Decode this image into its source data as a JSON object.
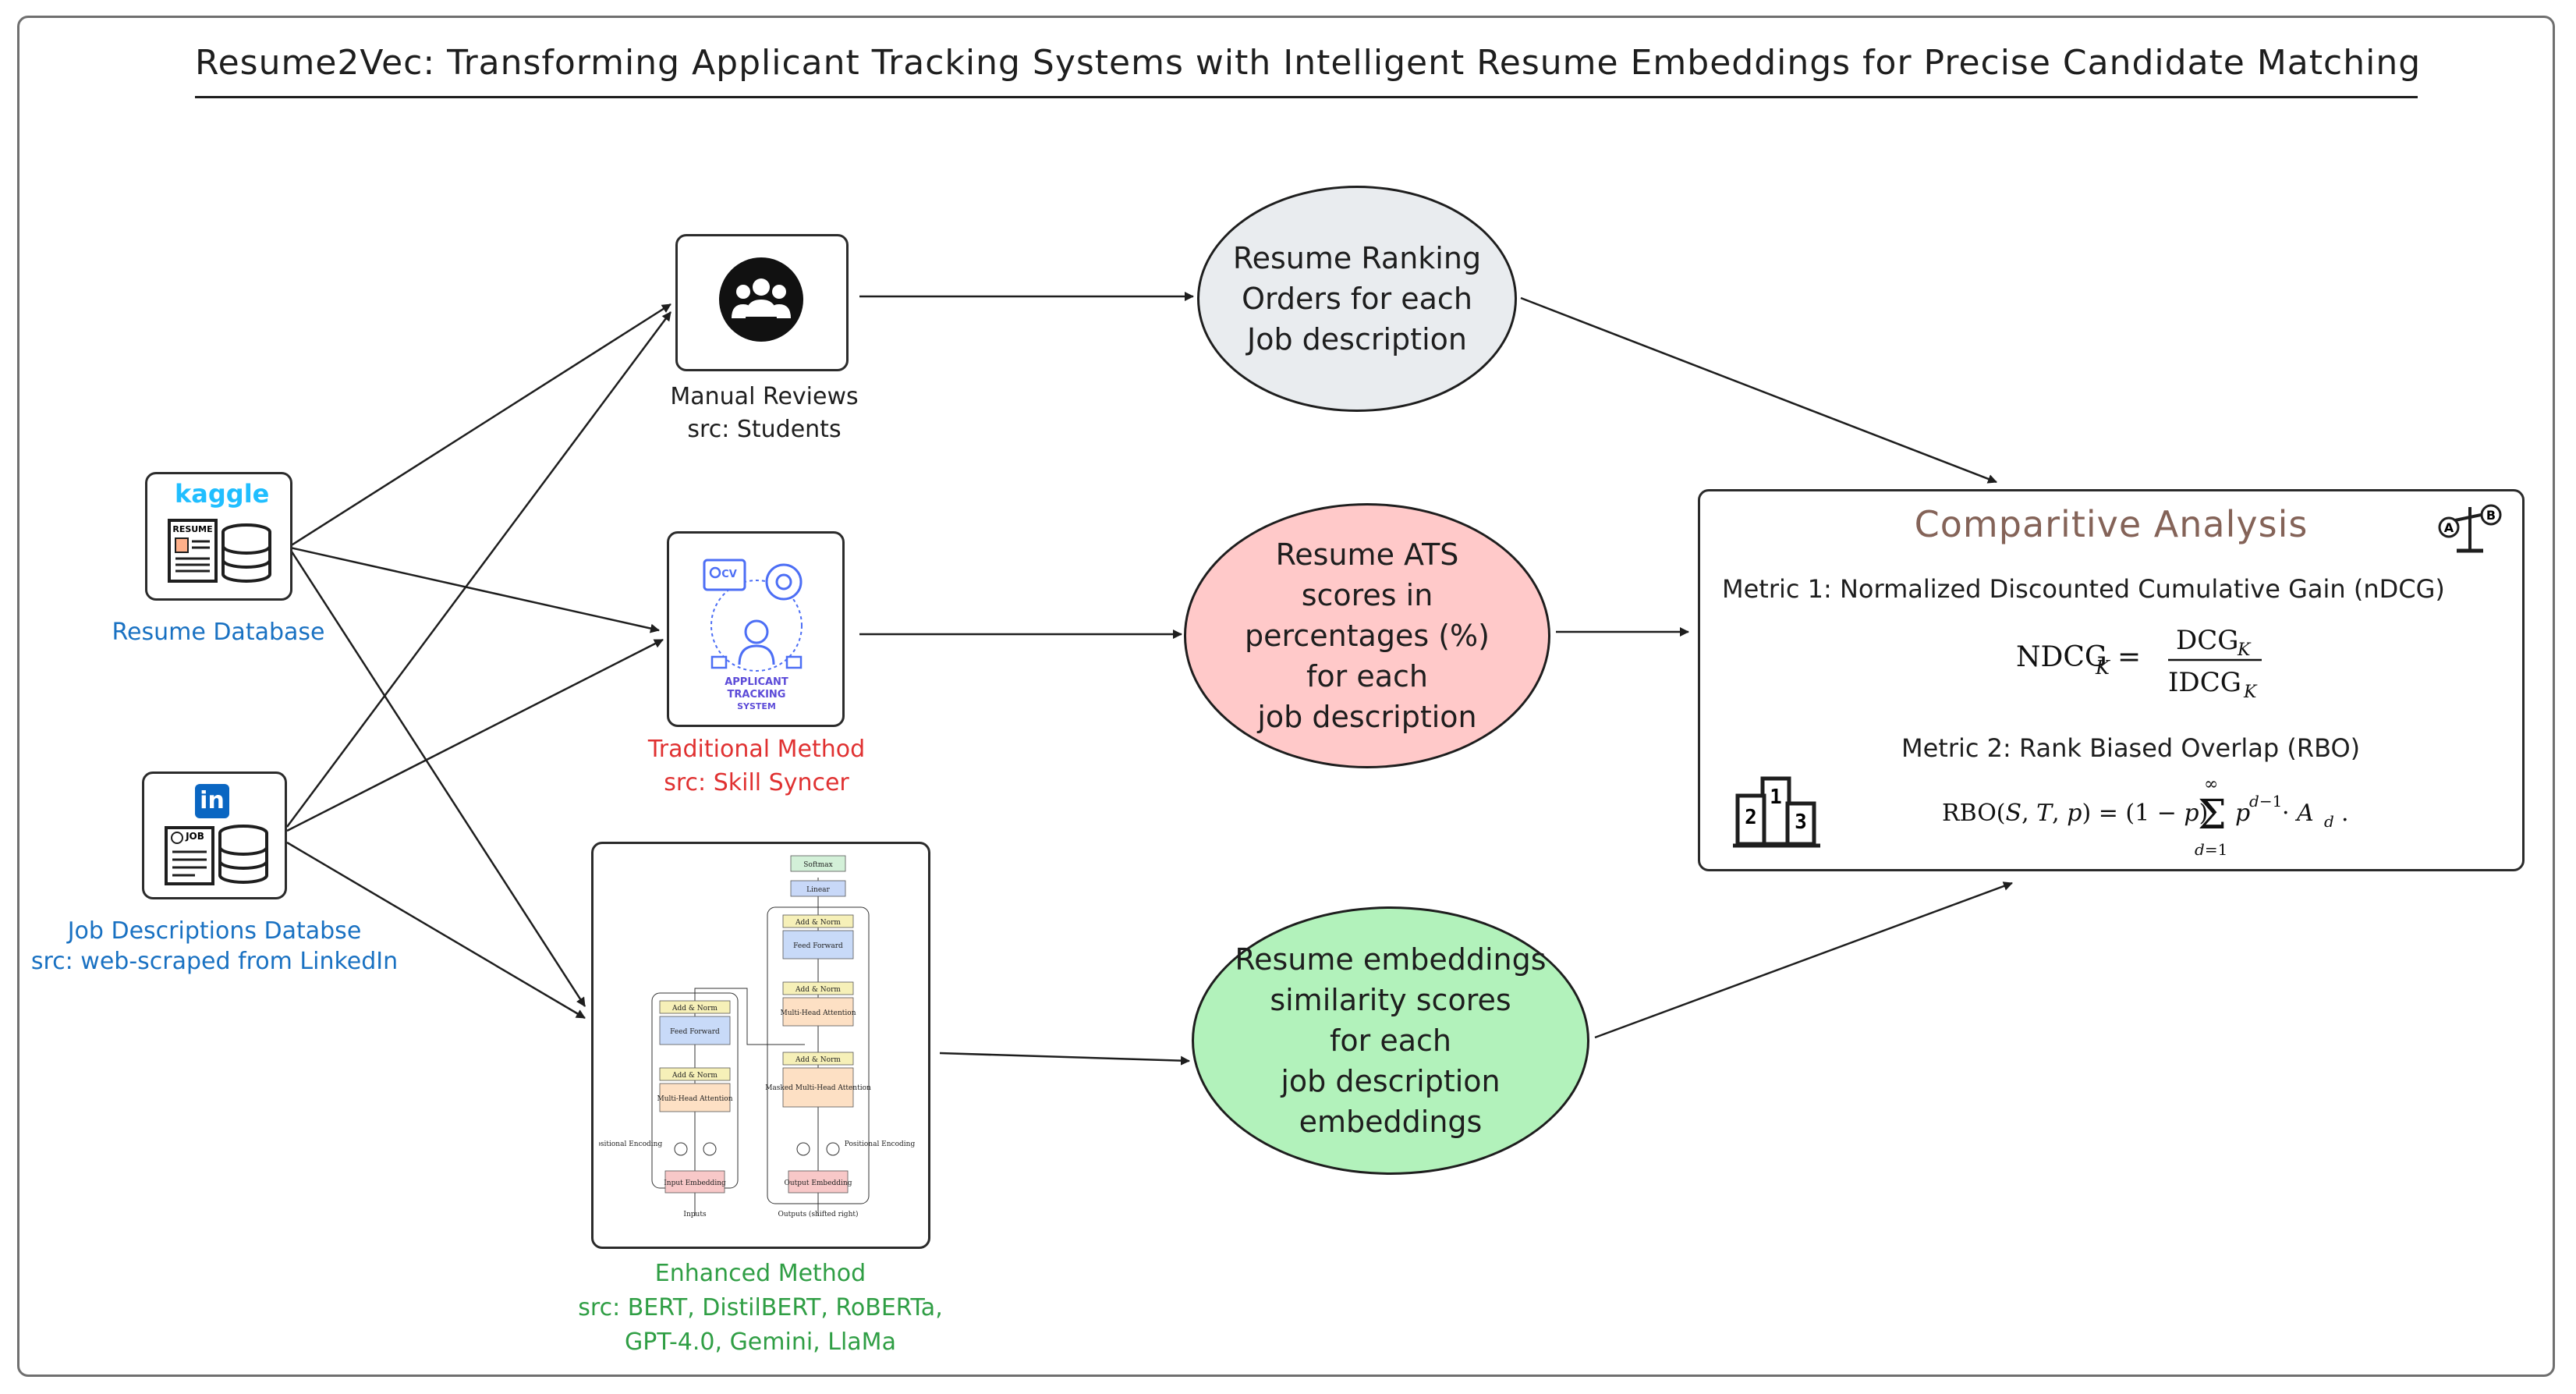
{
  "title": "Resume2Vec: Transforming Applicant Tracking Systems with Intelligent Resume Embeddings for Precise Candidate Matching",
  "sources": {
    "resume_db": {
      "logo_text": "kaggle",
      "doc_label": "RESUME",
      "label": "Resume Database",
      "color": "#1971c2"
    },
    "job_db": {
      "logo_text": "in",
      "doc_label": "JOB",
      "label_line1": "Job Descriptions Databse",
      "label_line2": "src: web-scraped from LinkedIn",
      "color": "#1971c2"
    }
  },
  "methods": {
    "manual": {
      "line1": "Manual Reviews",
      "line2": "src: Students",
      "icon": "people-group-icon"
    },
    "traditional": {
      "line1": "Traditional Method",
      "line2": "src: Skill Syncer",
      "color": "#e03131",
      "icon_cv": "CV",
      "icon_line1": "APPLICANT",
      "icon_line2": "TRACKING",
      "icon_line3": "SYSTEM"
    },
    "enhanced": {
      "line1": "Enhanced Method",
      "line2": "src: BERT, DistilBERT, RoBERTa,",
      "line3": "GPT-4.0, Gemini, LlaMa",
      "color": "#2f9e44"
    }
  },
  "transformer": {
    "softmax": "Softmax",
    "linear": "Linear",
    "add_norm": "Add & Norm",
    "feed_forward": "Feed Forward",
    "mha": "Multi-Head Attention",
    "masked_mha": "Masked Multi-Head Attention",
    "input_embedding": "Input Embedding",
    "output_embedding": "Output Embedding",
    "pos_enc_left": "Positional Encoding",
    "pos_enc_right": "Positional Encoding",
    "inputs": "Inputs",
    "outputs": "Outputs (shifted right)"
  },
  "outputs": {
    "ranking": {
      "text": "Resume Ranking\nOrders for each\nJob description",
      "fill": "#e9ecef"
    },
    "ats": {
      "text": "Resume ATS\nscores in\npercentages (%)\nfor each\njob description",
      "fill": "#ffc9c9"
    },
    "embeddings": {
      "text": "Resume embeddings\nsimilarity scores\nfor each\njob description\nembeddings",
      "fill": "#b2f2bb"
    }
  },
  "analysis": {
    "title": "Comparitive Analysis",
    "title_color": "#846358",
    "metric1": "Metric 1:  Normalized Discounted Cumulative Gain (nDCG)",
    "metric2": "Metric 2:  Rank Biased Overlap (RBO)",
    "icon_scale": "balance-scale-icon",
    "scale_left": "A",
    "scale_right": "B",
    "icon_podium": "podium-icon",
    "podium_1": "1",
    "podium_2": "2",
    "podium_3": "3"
  }
}
